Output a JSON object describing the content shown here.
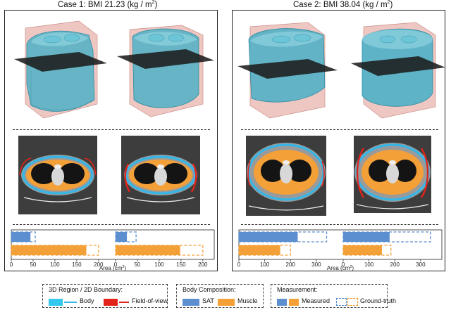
{
  "cases": [
    {
      "title_prefix": "Case 1: BMI 21.23 (kg / m",
      "title_sup": "2",
      "title_suffix": ")",
      "bars": [
        {
          "sat": {
            "measured": 44,
            "ground_truth": 55
          },
          "muscle": {
            "measured": 172,
            "ground_truth": 200
          }
        },
        {
          "sat": {
            "measured": 26,
            "ground_truth": 47
          },
          "muscle": {
            "measured": 148,
            "ground_truth": 200
          }
        }
      ],
      "axis": {
        "max": 210,
        "ticks": [
          0,
          50,
          100,
          150,
          200
        ],
        "tick_labels": [
          "0",
          "50",
          "100",
          "150",
          "200"
        ]
      },
      "xlabel_prefix": "Area (cm",
      "xlabel_sup": "2",
      "xlabel_suffix": ")"
    },
    {
      "title_prefix": "Case 2: BMI 38.04 (kg / m",
      "title_sup": "2",
      "title_suffix": ")",
      "bars": [
        {
          "sat": {
            "measured": 228,
            "ground_truth": 340
          },
          "muscle": {
            "measured": 160,
            "ground_truth": 200
          }
        },
        {
          "sat": {
            "measured": 180,
            "ground_truth": 338
          },
          "muscle": {
            "measured": 150,
            "ground_truth": 185
          }
        }
      ],
      "axis": {
        "max": 355,
        "ticks": [
          0,
          100,
          200,
          300
        ],
        "tick_labels": [
          "0",
          "100",
          "200",
          "300"
        ]
      },
      "xlabel_prefix": "Area (cm",
      "xlabel_sup": "2",
      "xlabel_suffix": ")"
    }
  ],
  "legend": {
    "region": {
      "title": "3D Region / 2D Boundary:",
      "body": "Body",
      "fov": "Field-of-view"
    },
    "composition": {
      "title": "Body Composition:",
      "sat": "SAT",
      "muscle": "Muscle"
    },
    "measurement": {
      "title": "Measurement:",
      "measured": "Measured",
      "ground_truth": "Ground-truth"
    }
  },
  "colors": {
    "body": "#35b6e6",
    "fov": "#e2231a",
    "sat": "#5b8fd0",
    "muscle": "#f4a038",
    "fov_volume": "#e9b4ad",
    "body_volume": "#5fb9c9",
    "ct_background": "#3d3d3d"
  }
}
